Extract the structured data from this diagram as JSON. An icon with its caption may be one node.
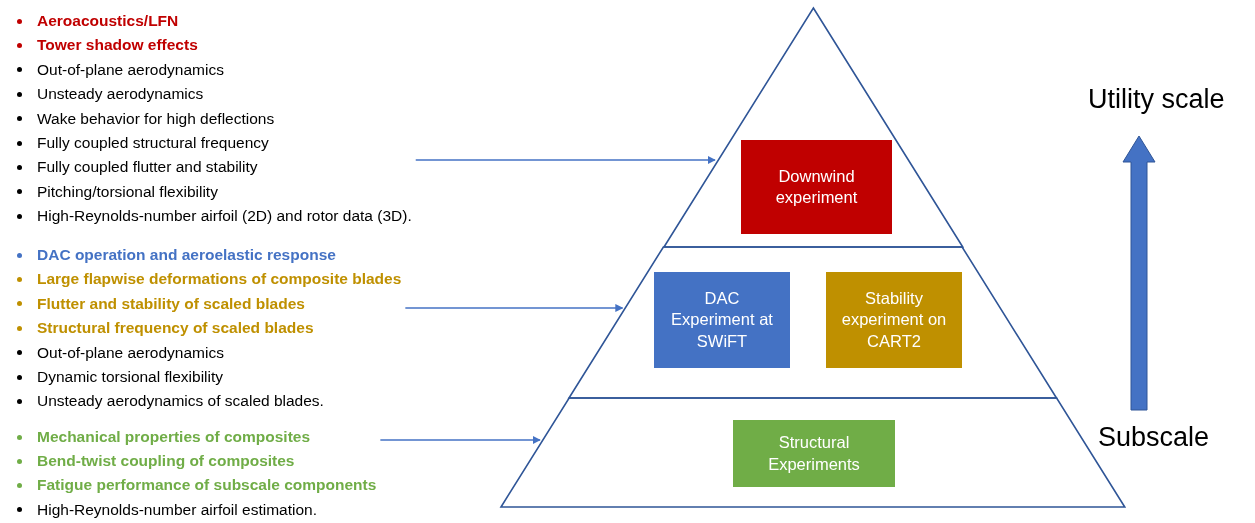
{
  "diagram": {
    "nodes": [
      {
        "text": [
          "Aeroacoustics/LFN",
          "Tower shadow effects",
          "Out-of-plane aerodynamics",
          "Unsteady aerodynamics",
          "Wake behavior for high deflections",
          "Fully coupled structural frequency",
          "Fully coupled flutter and stability",
          "Pitching/torsional flexibility",
          "High-Reynolds-number airfoil (2D) and rotor data (3D)."
        ]
      },
      {
        "text": [],
        "shape": "triangle"
      },
      {
        "text": [
          "Downwind experiment"
        ],
        "in": 1
      },
      {
        "text": [
          "DAC operation and aeroelastic response",
          "Large flapwise deformations of composite blades",
          "Flutter and stability of scaled blades",
          "Structural frequency of scaled blades",
          "Out-of-plane aerodynamics",
          "Dynamic torsional flexibility",
          "Unsteady aerodynamics of scaled blades."
        ]
      },
      {
        "text": [],
        "shape": "band"
      },
      {
        "text": [
          "DAC Experiment at SWiFT"
        ],
        "in": 4
      },
      {
        "text": [
          "Stability experiment on CART2"
        ],
        "in": 4
      },
      {
        "text": [
          "Mechanical properties of composites",
          "Bend-twist coupling of composites",
          "Fatigue performance of subscale components",
          "High-Reynolds-number airfoil estimation."
        ]
      },
      {
        "text": [],
        "shape": "band"
      },
      {
        "text": [
          "Structural Experiments"
        ],
        "in": 8
      }
    ],
    "edges": [
      {
        "from": 0,
        "to": 1,
        "arrow": "to"
      },
      {
        "from": 3,
        "to": 4,
        "arrow": "to"
      },
      {
        "from": 7,
        "to": 8,
        "arrow": "to"
      }
    ],
    "labels": [
      "Utility scale",
      "Subscale"
    ]
  }
}
